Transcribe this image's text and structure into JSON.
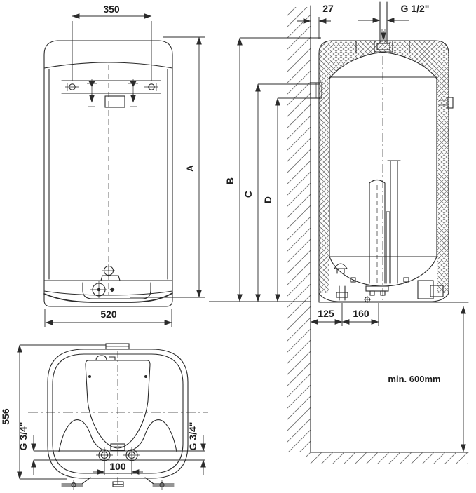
{
  "drawing": {
    "front_view": {
      "mounting_width": "350",
      "width": "520",
      "height_label": "A"
    },
    "section_view": {
      "wall_offset": "27",
      "top_connection": "G 1/2\"",
      "dim_b": "B",
      "dim_c": "C",
      "dim_d": "D",
      "wall_to_outlet": "125",
      "outlet_to_element": "160",
      "floor_clearance": "min. 600mm"
    },
    "bottom_view": {
      "depth": "556",
      "connection_left": "G 3/4\"",
      "connection_right": "G 3/4\"",
      "pipe_spacing": "100"
    },
    "colors": {
      "line": "#2b2b2b",
      "background": "#ffffff"
    }
  }
}
